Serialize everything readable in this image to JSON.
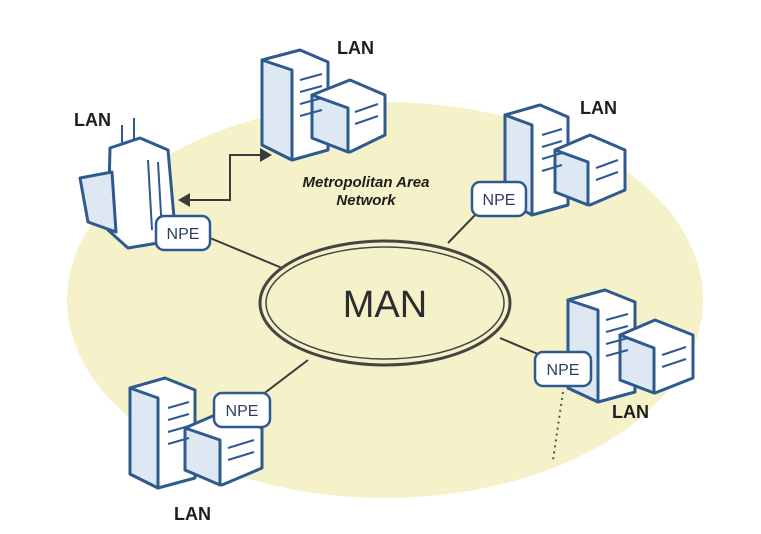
{
  "diagram": {
    "title_line1": "Metropolitan Area",
    "title_line2": "Network",
    "center_label": "MAN",
    "colors": {
      "background_ellipse": "#f5f2c9",
      "equipment_stroke": "#2e5a8f",
      "link": "#3b3b3b"
    },
    "nodes": [
      {
        "label": "LAN",
        "npe": ""
      },
      {
        "label": "LAN",
        "npe": "NPE"
      },
      {
        "label": "LAN",
        "npe": "NPE"
      },
      {
        "label": "LAN",
        "npe": "NPE"
      },
      {
        "label": "LAN",
        "npe": "NPE"
      }
    ]
  }
}
